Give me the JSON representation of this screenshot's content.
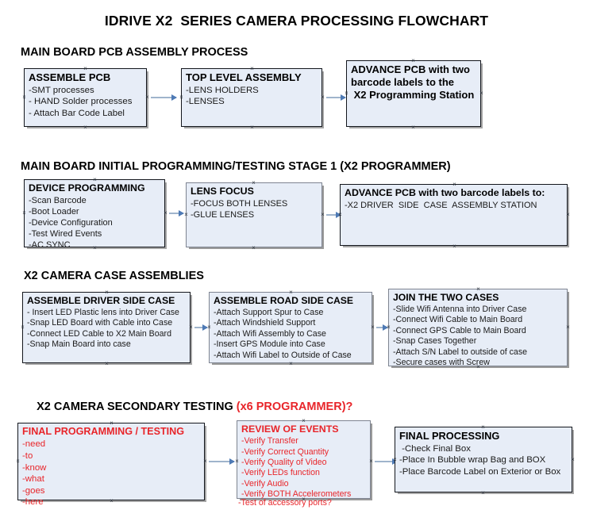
{
  "document": {
    "title": "IDRIVE X2  SERIES CAMERA PROCESSING FLOWCHART"
  },
  "sections": [
    {
      "id": "main-board-pcb-assembly",
      "heading": "MAIN BOARD PCB ASSEMBLY PROCESS",
      "heading_accent": ""
    },
    {
      "id": "main-board-initial-programming",
      "heading": "MAIN BOARD INITIAL PROGRAMMING/TESTING STAGE 1 (X2 PROGRAMMER)",
      "heading_accent": ""
    },
    {
      "id": "x2-camera-case-assemblies",
      "heading": "X2 CAMERA CASE ASSEMBLIES",
      "heading_accent": ""
    },
    {
      "id": "x2-camera-secondary-testing",
      "heading": "X2 CAMERA SECONDARY TESTING ",
      "heading_accent": "(x6 PROGRAMMER)?"
    }
  ],
  "nodes": {
    "assemble_pcb": {
      "title": "ASSEMBLE PCB",
      "lines": [
        "-SMT processes",
        "- HAND Solder processes",
        "- Attach Bar Code Label"
      ]
    },
    "top_level_assembly": {
      "title": "TOP LEVEL ASSEMBLY",
      "lines": [
        "-LENS HOLDERS",
        "-LENSES"
      ]
    },
    "advance_pcb_station": {
      "title": "ADVANCE PCB with two\nbarcode labels to the\n X2 Programming Station",
      "lines": []
    },
    "device_programming": {
      "title": "DEVICE PROGRAMMING",
      "lines": [
        "-Scan Barcode",
        "-Boot Loader",
        "-Device Configuration",
        "-Test Wired Events",
        "-AC SYNC"
      ]
    },
    "lens_focus": {
      "title": "LENS FOCUS",
      "lines": [
        "-FOCUS BOTH LENSES",
        "-GLUE LENSES"
      ]
    },
    "advance_pcb_driver_side": {
      "title": "ADVANCE PCB with two barcode labels to:",
      "lines": [
        "-X2 DRIVER  SIDE  CASE  ASSEMBLY STATION"
      ]
    },
    "assemble_driver_side_case": {
      "title": "ASSEMBLE DRIVER SIDE CASE",
      "lines": [
        "- Insert LED Plastic lens into Driver Case",
        "-Snap LED Board with Cable into Case",
        "-Connect LED Cable to X2 Main Board",
        "-Snap Main Board into case"
      ]
    },
    "assemble_road_side_case": {
      "title": "ASSEMBLE ROAD SIDE CASE",
      "lines": [
        "-Attach Support Spur to Case",
        "-Attach Windshield Support",
        "-Attach Wifi Assembly to Case",
        "-Insert GPS Module into Case",
        "-Attach Wifi Label to Outside of Case"
      ]
    },
    "join_the_two_cases": {
      "title": "JOIN THE TWO CASES",
      "lines": [
        "-Slide Wifi Antenna into Driver Case",
        "-Connect Wifi Cable to Main Board",
        "-Connect GPS Cable to Main Board",
        "-Snap Cases Together",
        "-Attach S/N Label to outside of case",
        "-Secure cases with Screw"
      ]
    },
    "final_programming_testing": {
      "title": "FINAL PROGRAMMING / TESTING",
      "lines": [
        "-need",
        "-to",
        "-know",
        "-what",
        "-goes",
        "-here"
      ]
    },
    "review_of_events": {
      "title": "REVIEW OF EVENTS",
      "lines": [
        "-Verify Transfer",
        "-Verify Correct Quantity",
        "-Verify Quality of Video",
        "-Verify LEDs function",
        "-Verify Audio",
        "-Verify BOTH Accelerometers"
      ],
      "overflow_line": "-Test of accessory ports?"
    },
    "final_processing": {
      "title": "FINAL PROCESSING",
      "lines": [
        " -Check Final Box",
        "-Place In Bubble wrap Bag and BOX",
        "-Place Barcode Label on Exterior or Box"
      ]
    }
  },
  "colors": {
    "box_fill": "#e7edf7",
    "box_border": "#13161c",
    "box_border_soft": "#7e8491",
    "accent_red": "#e8252a",
    "connector": "#9fb4cc",
    "arrow_head": "#4e7ab5",
    "text": "#000000"
  }
}
